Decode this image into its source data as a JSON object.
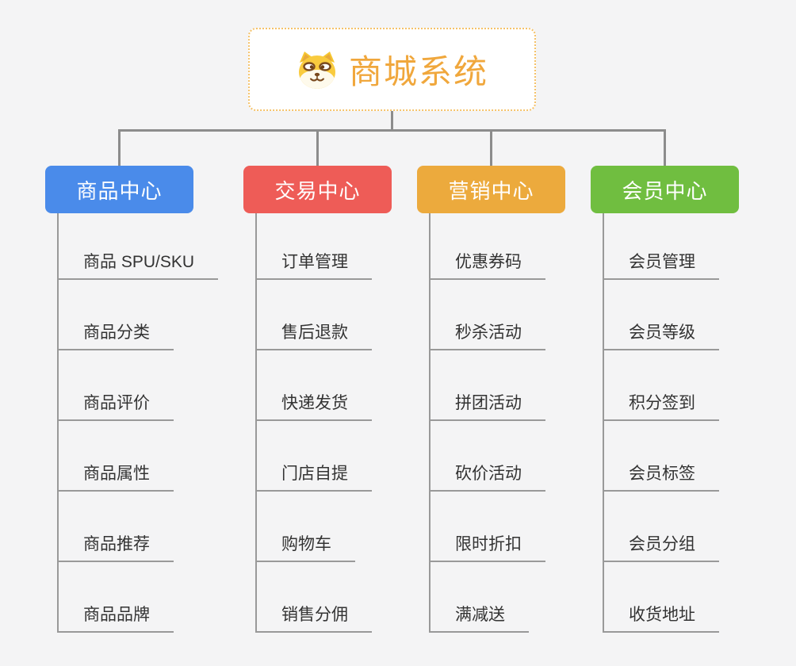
{
  "root": {
    "title": "商城系统",
    "icon": "doge-icon",
    "title_color": "#f0a73c",
    "border_color": "#f5c269",
    "background": "#ffffff"
  },
  "canvas_background": "#f4f4f5",
  "connector_color": "#8c8c8c",
  "underline_color": "#999999",
  "item_text_color": "#333333",
  "branches": [
    {
      "label": "商品中心",
      "color": "#4a8bea",
      "items": [
        "商品 SPU/SKU",
        "商品分类",
        "商品评价",
        "商品属性",
        "商品推荐",
        "商品品牌"
      ]
    },
    {
      "label": "交易中心",
      "color": "#ee5c57",
      "items": [
        "订单管理",
        "售后退款",
        "快递发货",
        "门店自提",
        "购物车",
        "销售分佣"
      ]
    },
    {
      "label": "营销中心",
      "color": "#ecaa3d",
      "items": [
        "优惠券码",
        "秒杀活动",
        "拼团活动",
        "砍价活动",
        "限时折扣",
        "满减送"
      ]
    },
    {
      "label": "会员中心",
      "color": "#70be40",
      "items": [
        "会员管理",
        "会员等级",
        "积分签到",
        "会员标签",
        "会员分组",
        "收货地址"
      ]
    }
  ]
}
